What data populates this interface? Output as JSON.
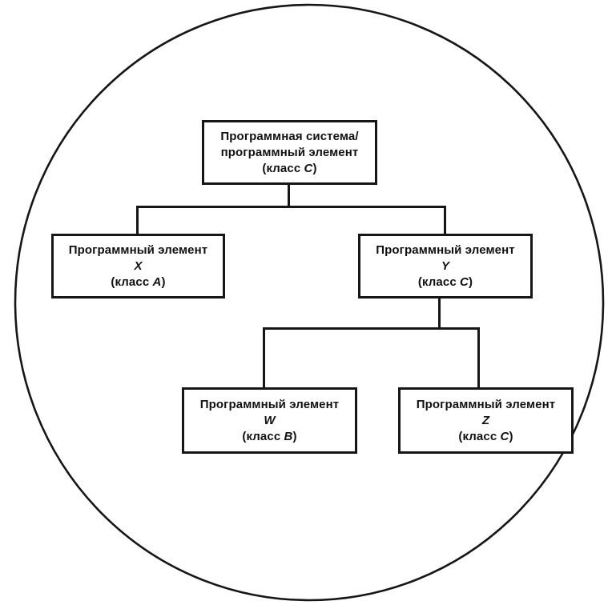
{
  "figure": {
    "kind": "hierarchy-diagram-in-circle",
    "language": "ru",
    "background_color": "#ffffff",
    "line_color": "#161616",
    "text_color": "#111111"
  },
  "nodes": {
    "root": {
      "line1": "Программная система/",
      "line2": "программный элемент",
      "class_prefix": "(класс ",
      "class_letter": "C",
      "class_suffix": ")"
    },
    "x": {
      "title": "Программный элемент",
      "letter": "X",
      "class_prefix": "(класс ",
      "class_letter": "A",
      "class_suffix": ")"
    },
    "y": {
      "title": "Программный элемент",
      "letter": "Y",
      "class_prefix": "(класс ",
      "class_letter": "C",
      "class_suffix": ")"
    },
    "w": {
      "title": "Программный элемент",
      "letter": "W",
      "class_prefix": "(класс ",
      "class_letter": "B",
      "class_suffix": ")"
    },
    "z": {
      "title": "Программный элемент",
      "letter": "Z",
      "class_prefix": "(класс ",
      "class_letter": "C",
      "class_suffix": ")"
    }
  }
}
